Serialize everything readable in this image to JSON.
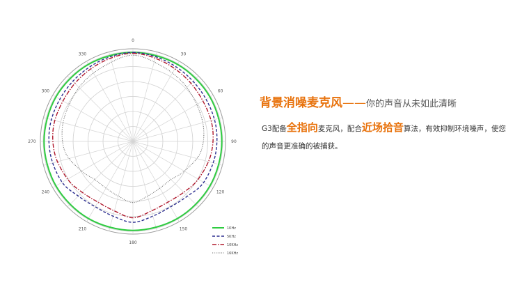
{
  "chart_data": {
    "type": "polar",
    "angle_labels": [
      "0",
      "30",
      "60",
      "90",
      "120",
      "150",
      "180",
      "210",
      "240",
      "270",
      "300",
      "330"
    ],
    "series": [
      {
        "name": "1KHz",
        "color": "#2ecc40",
        "style": "solid",
        "angles": [
          0,
          30,
          60,
          90,
          120,
          150,
          180,
          210,
          240,
          270,
          300,
          330
        ],
        "values": [
          0.99,
          0.99,
          0.99,
          0.99,
          0.99,
          0.99,
          0.99,
          0.99,
          0.99,
          0.99,
          0.99,
          0.99
        ]
      },
      {
        "name": "5KHz",
        "color": "#2b2d8f",
        "style": "dashed",
        "angles": [
          0,
          20,
          40,
          60,
          80,
          100,
          120,
          135,
          150,
          165,
          180,
          195,
          210,
          225,
          240,
          260,
          280,
          300,
          320,
          340
        ],
        "values": [
          0.99,
          0.97,
          0.95,
          0.94,
          0.94,
          0.93,
          0.91,
          0.86,
          0.84,
          0.86,
          0.9,
          0.86,
          0.84,
          0.86,
          0.91,
          0.93,
          0.94,
          0.94,
          0.95,
          0.97
        ]
      },
      {
        "name": "10KHz",
        "color": "#b0182c",
        "style": "dashdot",
        "angles": [
          0,
          20,
          40,
          60,
          80,
          100,
          120,
          135,
          150,
          165,
          180,
          195,
          210,
          225,
          240,
          260,
          280,
          300,
          320,
          340
        ],
        "values": [
          0.98,
          0.95,
          0.92,
          0.9,
          0.9,
          0.88,
          0.84,
          0.8,
          0.78,
          0.8,
          0.85,
          0.8,
          0.78,
          0.8,
          0.84,
          0.88,
          0.9,
          0.9,
          0.92,
          0.95
        ]
      },
      {
        "name": "16KHz",
        "color": "#6a6a6a",
        "style": "dotted",
        "angles": [
          0,
          20,
          40,
          60,
          80,
          100,
          120,
          135,
          150,
          165,
          180,
          195,
          210,
          225,
          240,
          260,
          280,
          300,
          320,
          340
        ],
        "values": [
          0.96,
          0.9,
          0.86,
          0.82,
          0.8,
          0.76,
          0.66,
          0.6,
          0.6,
          0.63,
          0.68,
          0.63,
          0.6,
          0.6,
          0.66,
          0.76,
          0.8,
          0.82,
          0.86,
          0.9
        ]
      }
    ],
    "radial_range": [
      0,
      1
    ]
  },
  "text": {
    "headline_main": "背景消噪麦克风",
    "headline_dash": "——",
    "headline_tail": "你的声音从未如此清晰",
    "desc_1": "G3配备",
    "desc_em1": "全指向",
    "desc_2": "麦克风，配合",
    "desc_em2": "近场拾音",
    "desc_3": "算法，有效抑制环境噪声，使您的声音更准确的被捕获。"
  }
}
